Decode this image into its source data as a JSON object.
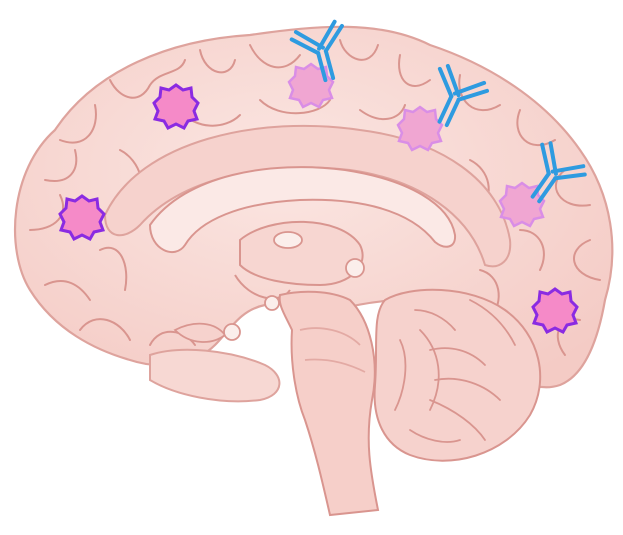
{
  "illustration": {
    "subject": "brain-sagittal-section",
    "colors": {
      "background": "#ffffff",
      "brain_fill": "#f9dcd8",
      "brain_fill_deep": "#f3c6c0",
      "outline": "#dea39d",
      "sulcus_line": "#d9958f",
      "inner_shadow": "#eebab4",
      "plaque_bright_fill": "#f58ac8",
      "plaque_bright_edge": "#8a2be2",
      "plaque_faded_fill": "#f0a6d2",
      "plaque_faded_edge": "#d98ee6",
      "antibody": "#2e9be0"
    },
    "markers": [
      {
        "kind": "plaque",
        "state": "untargeted",
        "region": "frontal-upper"
      },
      {
        "kind": "plaque",
        "state": "untargeted",
        "region": "frontal-lower"
      },
      {
        "kind": "plaque",
        "state": "untargeted",
        "region": "occipital-lower"
      },
      {
        "kind": "plaque",
        "state": "antibody-bound",
        "region": "parietal-top"
      },
      {
        "kind": "plaque",
        "state": "antibody-bound",
        "region": "parietal-mid"
      },
      {
        "kind": "plaque",
        "state": "antibody-bound",
        "region": "occipital-upper"
      },
      {
        "kind": "antibody",
        "icon": "y-shaped-antibody-icon",
        "region": "parietal-top"
      },
      {
        "kind": "antibody",
        "icon": "y-shaped-antibody-icon",
        "region": "parietal-mid"
      },
      {
        "kind": "antibody",
        "icon": "y-shaped-antibody-icon",
        "region": "occipital-upper"
      }
    ]
  }
}
